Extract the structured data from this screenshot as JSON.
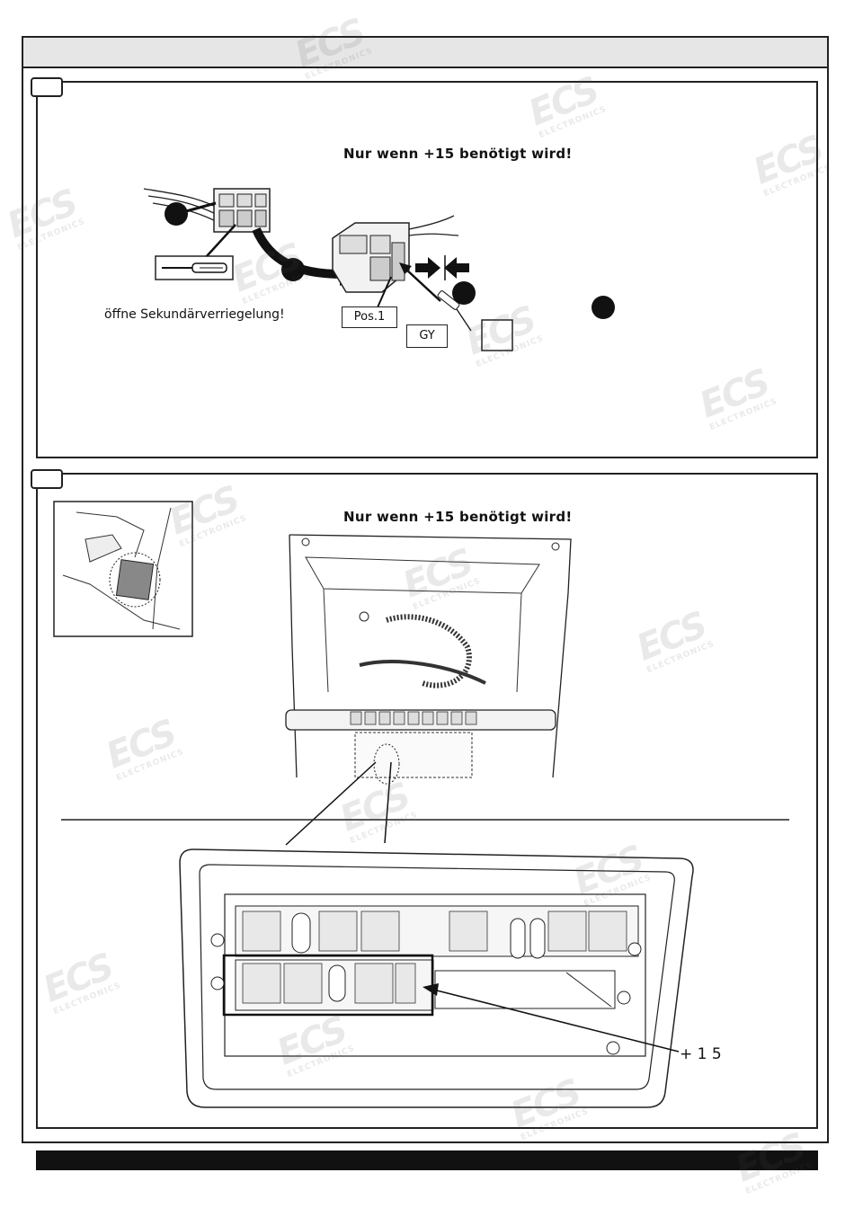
{
  "step1": {
    "heading": "Nur wenn +15 benötigt wird!",
    "note": "öffne Sekundärverriegelung!",
    "pos_label": "Pos.1",
    "wire_color": "GY"
  },
  "step2": {
    "heading": "Nur wenn +15 benötigt wird!",
    "terminal_label": "+ 1 5"
  },
  "watermark": {
    "brand": "ECS",
    "sub": "ELECTRONICS"
  }
}
